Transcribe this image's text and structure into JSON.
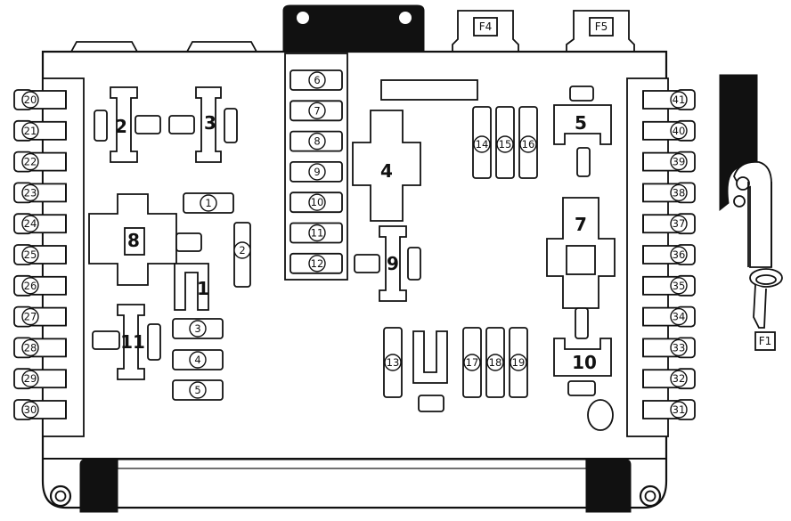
{
  "colors": {
    "line": "#111111",
    "background": "#ffffff"
  },
  "main_fuses": {
    "F1": "F1",
    "F4": "F4",
    "F5": "F5"
  },
  "connector_pins_left": [
    "20",
    "21",
    "22",
    "23",
    "24",
    "25",
    "26",
    "27",
    "28",
    "29",
    "30"
  ],
  "connector_pins_right": [
    "41",
    "40",
    "39",
    "38",
    "37",
    "36",
    "35",
    "34",
    "33",
    "32",
    "31"
  ],
  "center_fuses": [
    "6",
    "7",
    "8",
    "9",
    "10",
    "11",
    "12"
  ],
  "fuses_circled": {
    "f1": "1",
    "f2": "2",
    "f3": "3",
    "f4": "4",
    "f5": "5",
    "f13": "13",
    "f14": "14",
    "f15": "15",
    "f16": "16",
    "f17": "17",
    "f18": "18",
    "f19": "19"
  },
  "relays": {
    "r1": "1",
    "r2": "2",
    "r3": "3",
    "r4": "4",
    "r5": "5",
    "r7": "7",
    "r8": "8",
    "r9": "9",
    "r10": "10",
    "r11": "11"
  }
}
